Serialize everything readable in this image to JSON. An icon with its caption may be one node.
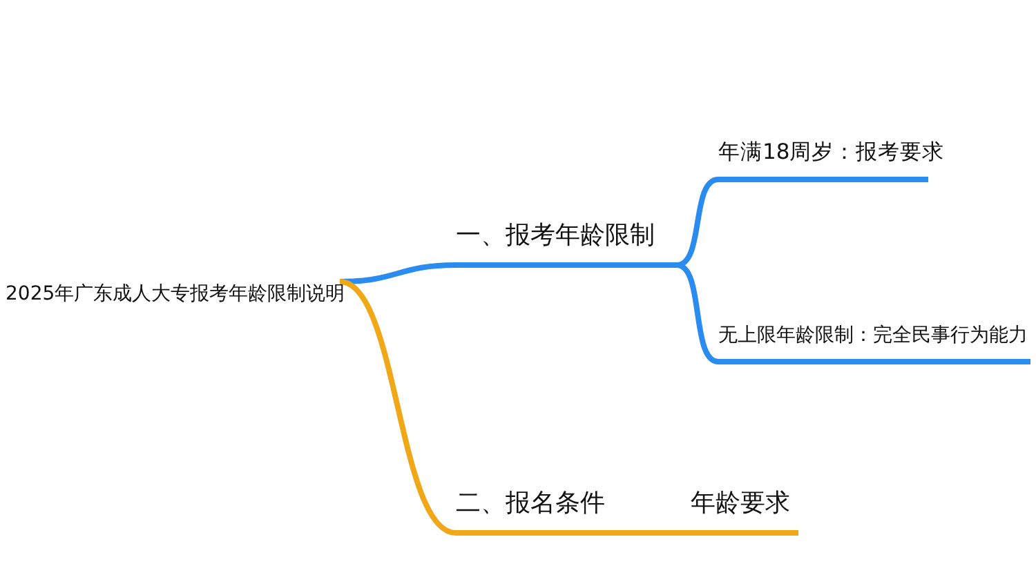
{
  "diagram": {
    "nodes": [
      {
        "text": [
          "2025年广东成人大专报考年龄限制说明"
        ]
      },
      {
        "text": [
          "一、报考年龄限制"
        ]
      },
      {
        "text": [
          "年满18周岁：报考要求"
        ]
      },
      {
        "text": [
          "无上限年龄限制：完全民事行为能力"
        ]
      },
      {
        "text": [
          "二、报名条件"
        ]
      },
      {
        "text": [
          "年龄要求"
        ]
      }
    ],
    "edges": [
      {
        "from": 0,
        "to": 1,
        "arrow": "none"
      },
      {
        "from": 1,
        "to": 2,
        "arrow": "none"
      },
      {
        "from": 1,
        "to": 3,
        "arrow": "none"
      },
      {
        "from": 0,
        "to": 4,
        "arrow": "none",
        "color": "#f0a818"
      },
      {
        "from": 4,
        "to": 5,
        "arrow": "none",
        "color": "#f0a818"
      }
    ]
  }
}
